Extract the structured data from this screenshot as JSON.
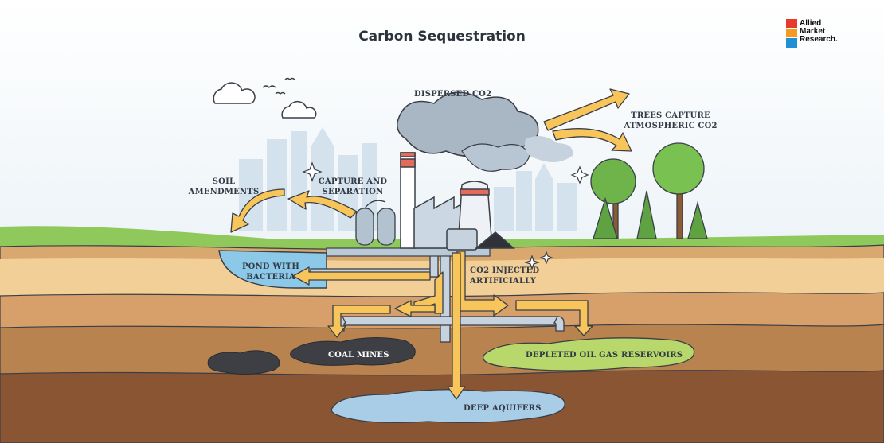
{
  "title": "Carbon Sequestration",
  "brand": {
    "lines": [
      "Allied",
      "Market",
      "Research."
    ],
    "colors": [
      "#e63a2e",
      "#f59a23",
      "#1f8fd6"
    ]
  },
  "labels": {
    "dispersed_co2": "DISPERSED CO2",
    "trees_capture_1": "TREES CAPTURE",
    "trees_capture_2": "ATMOSPHERIC CO2",
    "soil_1": "SOIL",
    "soil_2": "AMENDMENTS",
    "capture_1": "CAPTURE AND",
    "capture_2": "SEPARATION",
    "pond_1": "POND WITH",
    "pond_2": "BACTERIA",
    "injected_1": "CO2 INJECTED",
    "injected_2": "ARTIFICIALLY",
    "coal_mines": "COAL MINES",
    "depleted": "DEPLETED OIL GAS RESERVOIRS",
    "aquifers": "DEEP AQUIFERS"
  },
  "colors": {
    "arrow": "#f7c55a",
    "arrow_outline": "#3a3f47",
    "grass": "#8fc95b",
    "soil_top": "#f1cf97",
    "soil_mid": "#d7a06b",
    "soil_deep": "#a86f44",
    "soil_bottom": "#8a5532",
    "water": "#8cc9e8",
    "pipe": "#b9c9d6",
    "coal": "#3d3f44",
    "oil": "#b9d86c",
    "aquifer": "#a9cde6",
    "smoke": "#9aa8b8",
    "city": "#d4e2ee",
    "tree": "#6fb44a"
  }
}
